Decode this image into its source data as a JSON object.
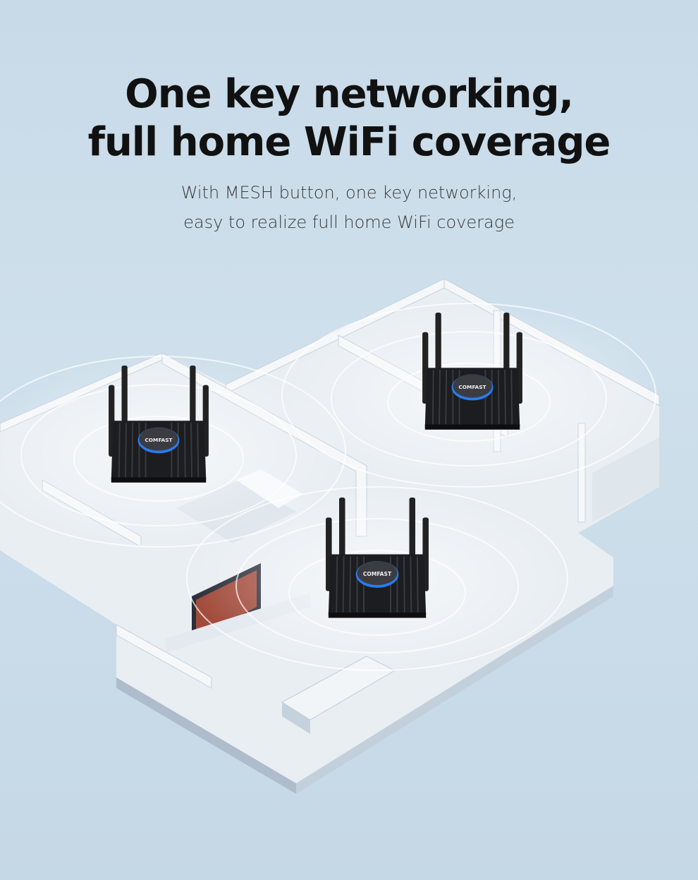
{
  "headline": {
    "line1": "One key networking,",
    "line2": "full home WiFi coverage"
  },
  "subtitle": {
    "line1": "With MESH button, one key networking,",
    "line2": "easy to realize full home WiFi coverage"
  },
  "router": {
    "logo_text": "COMFAST"
  },
  "colors": {
    "background": "#c9dbe8",
    "headline": "#111111",
    "router_body": "#1c1d20",
    "ring_accent": "#2a7cf0"
  }
}
